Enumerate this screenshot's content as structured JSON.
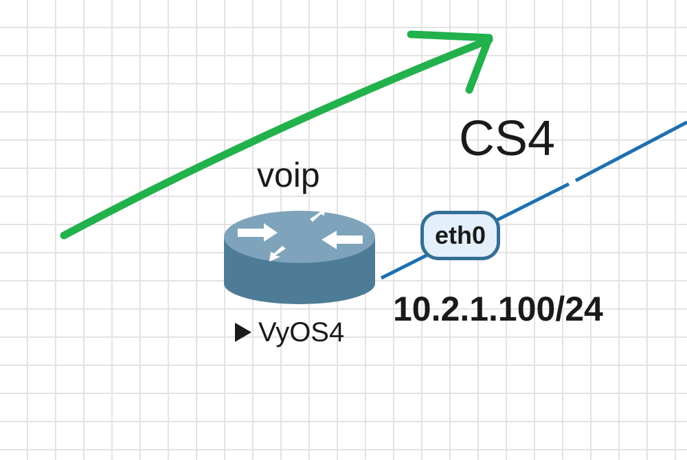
{
  "annotations": {
    "class_label": "CS4",
    "arrow_color": "#22b14c"
  },
  "node": {
    "name": "VyOS4",
    "role_label": "voip",
    "icon": "router-icon",
    "status_icon": "play-icon",
    "icon_color": "#4e7c96"
  },
  "link": {
    "interface": "eth0",
    "ip_address": "10.2.1.100/24",
    "color": "#1e6fb0"
  }
}
